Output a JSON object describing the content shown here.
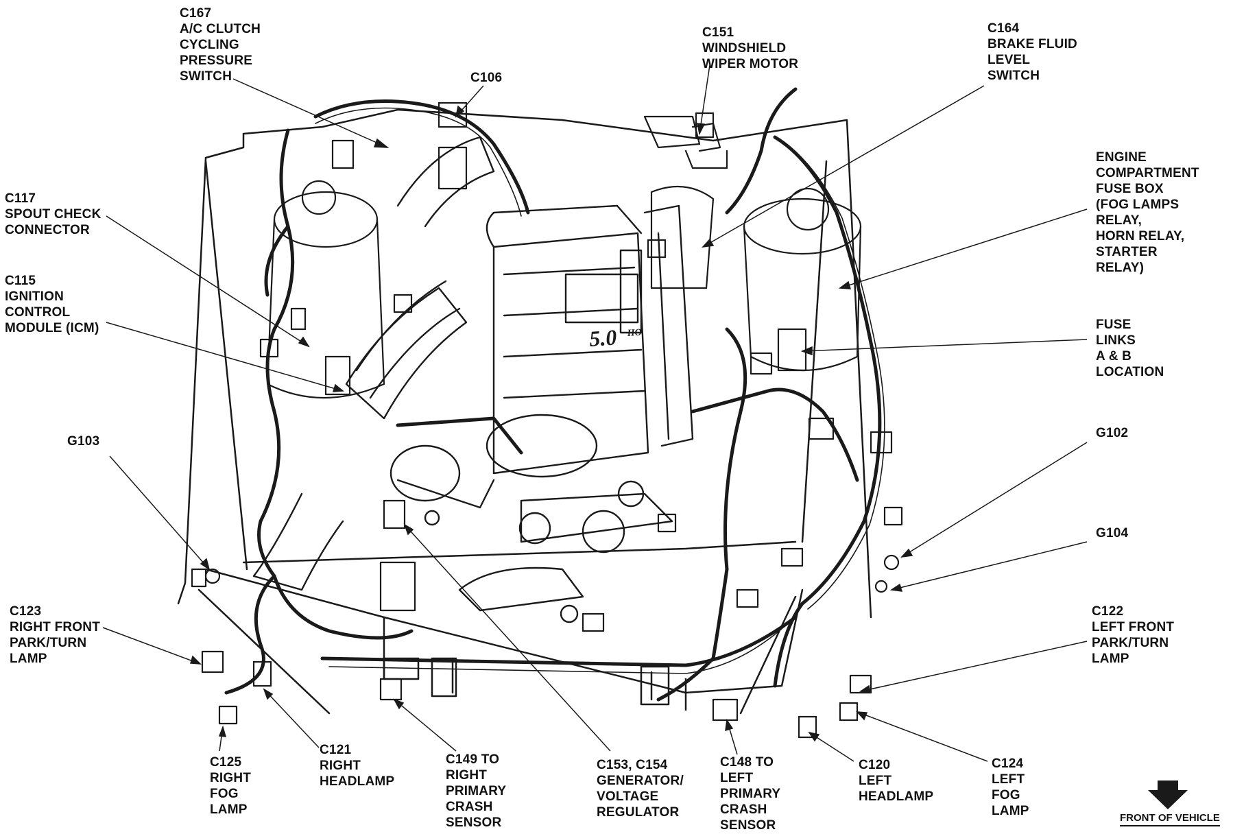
{
  "callouts": {
    "c167": [
      "C167",
      "A/C CLUTCH",
      "CYCLING",
      "PRESSURE",
      "SWITCH"
    ],
    "c106": [
      "C106"
    ],
    "c151": [
      "C151",
      "WINDSHIELD",
      "WIPER MOTOR"
    ],
    "c164": [
      "C164",
      "BRAKE FLUID",
      "LEVEL",
      "SWITCH"
    ],
    "c117": [
      "C117",
      "SPOUT CHECK",
      "CONNECTOR"
    ],
    "fuse_box": [
      "ENGINE",
      "COMPARTMENT",
      "FUSE BOX",
      "(FOG LAMPS",
      "RELAY,",
      "HORN RELAY,",
      "STARTER",
      "RELAY)"
    ],
    "c115": [
      "C115",
      "IGNITION",
      "CONTROL",
      "MODULE (ICM)"
    ],
    "fuse_links": [
      "FUSE",
      "LINKS",
      "A & B",
      "LOCATION"
    ],
    "g103": [
      "G103"
    ],
    "g102": [
      "G102"
    ],
    "g104": [
      "G104"
    ],
    "c123": [
      "C123",
      "RIGHT FRONT",
      "PARK/TURN",
      "LAMP"
    ],
    "c122": [
      "C122",
      "LEFT FRONT",
      "PARK/TURN",
      "LAMP"
    ],
    "c125": [
      "C125",
      "RIGHT",
      "FOG",
      "LAMP"
    ],
    "c121": [
      "C121",
      "RIGHT",
      "HEADLAMP"
    ],
    "c149": [
      "C149 TO",
      "RIGHT",
      "PRIMARY",
      "CRASH",
      "SENSOR"
    ],
    "c153": [
      "C153, C154",
      "GENERATOR/",
      "VOLTAGE",
      "REGULATOR"
    ],
    "c148": [
      "C148 TO",
      "LEFT",
      "PRIMARY",
      "CRASH",
      "SENSOR"
    ],
    "c120": [
      "C120",
      "LEFT",
      "HEADLAMP"
    ],
    "c124": [
      "C124",
      "LEFT",
      "FOG",
      "LAMP"
    ]
  },
  "engine_badge": "5.0",
  "engine_badge_suffix": "HO",
  "front_of_vehicle": "FRONT OF VEHICLE",
  "icons": [
    "front-arrow-icon"
  ],
  "colors": {
    "ink": "#111111",
    "paper": "#ffffff"
  }
}
